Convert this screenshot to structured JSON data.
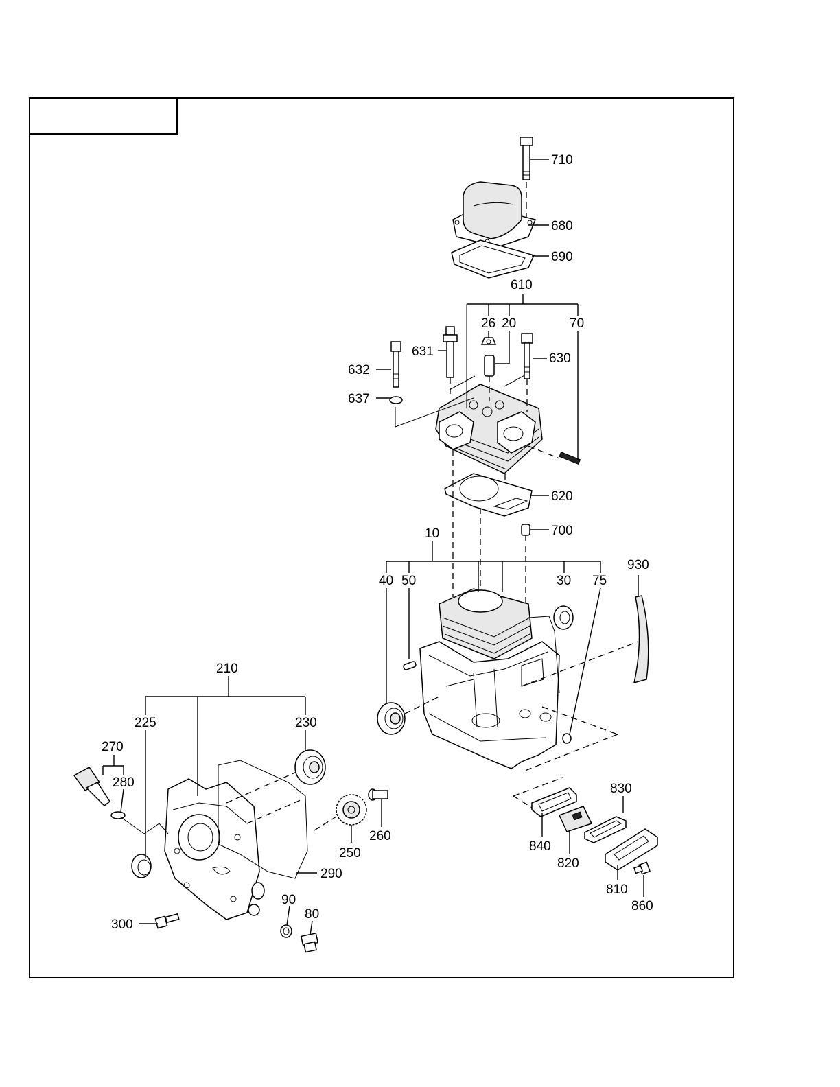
{
  "diagram": {
    "labels": {
      "p710": "710",
      "p680": "680",
      "p690": "690",
      "p610": "610",
      "p26": "26",
      "p20": "20",
      "p70": "70",
      "p631": "631",
      "p630": "630",
      "p632": "632",
      "p637": "637",
      "p620": "620",
      "p700": "700",
      "p10": "10",
      "p40": "40",
      "p50": "50",
      "p30": "30",
      "p75": "75",
      "p930": "930",
      "p210": "210",
      "p225": "225",
      "p230": "230",
      "p270": "270",
      "p280": "280",
      "p250": "250",
      "p260": "260",
      "p290": "290",
      "p300": "300",
      "p90": "90",
      "p80": "80",
      "p830": "830",
      "p840": "840",
      "p820": "820",
      "p810": "810",
      "p860": "860"
    }
  }
}
